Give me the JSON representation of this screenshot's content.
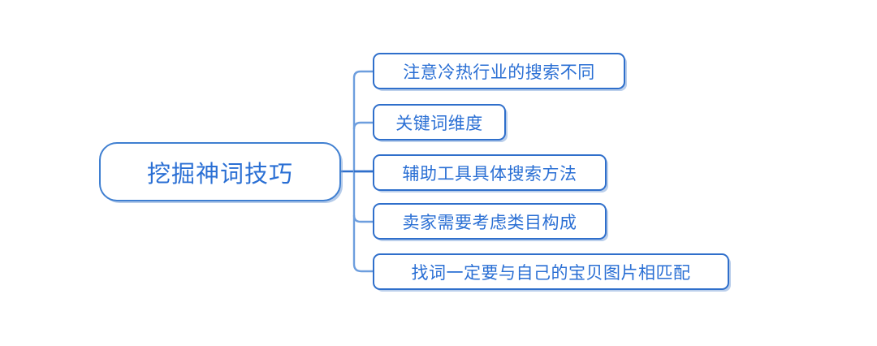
{
  "diagram": {
    "type": "mind-map",
    "orientation": "left-to-right",
    "background_color": "#ffffff",
    "colors": {
      "text": "#2a6fd4",
      "node_border": "#2f6fcb",
      "root_border": "#3f7fd1",
      "connector_spine": "#6d9ede",
      "connector_stub": "#2f6fcb",
      "shadow": "#78a0d7"
    },
    "root": {
      "label": "挖掘神词技巧"
    },
    "branches": [
      {
        "label": "注意冷热行业的搜索不同"
      },
      {
        "label": "关键词维度"
      },
      {
        "label": "辅助工具具体搜索方法"
      },
      {
        "label": "卖家需要考虑类目构成"
      },
      {
        "label": "找词一定要与自己的宝贝图片相匹配"
      }
    ]
  }
}
